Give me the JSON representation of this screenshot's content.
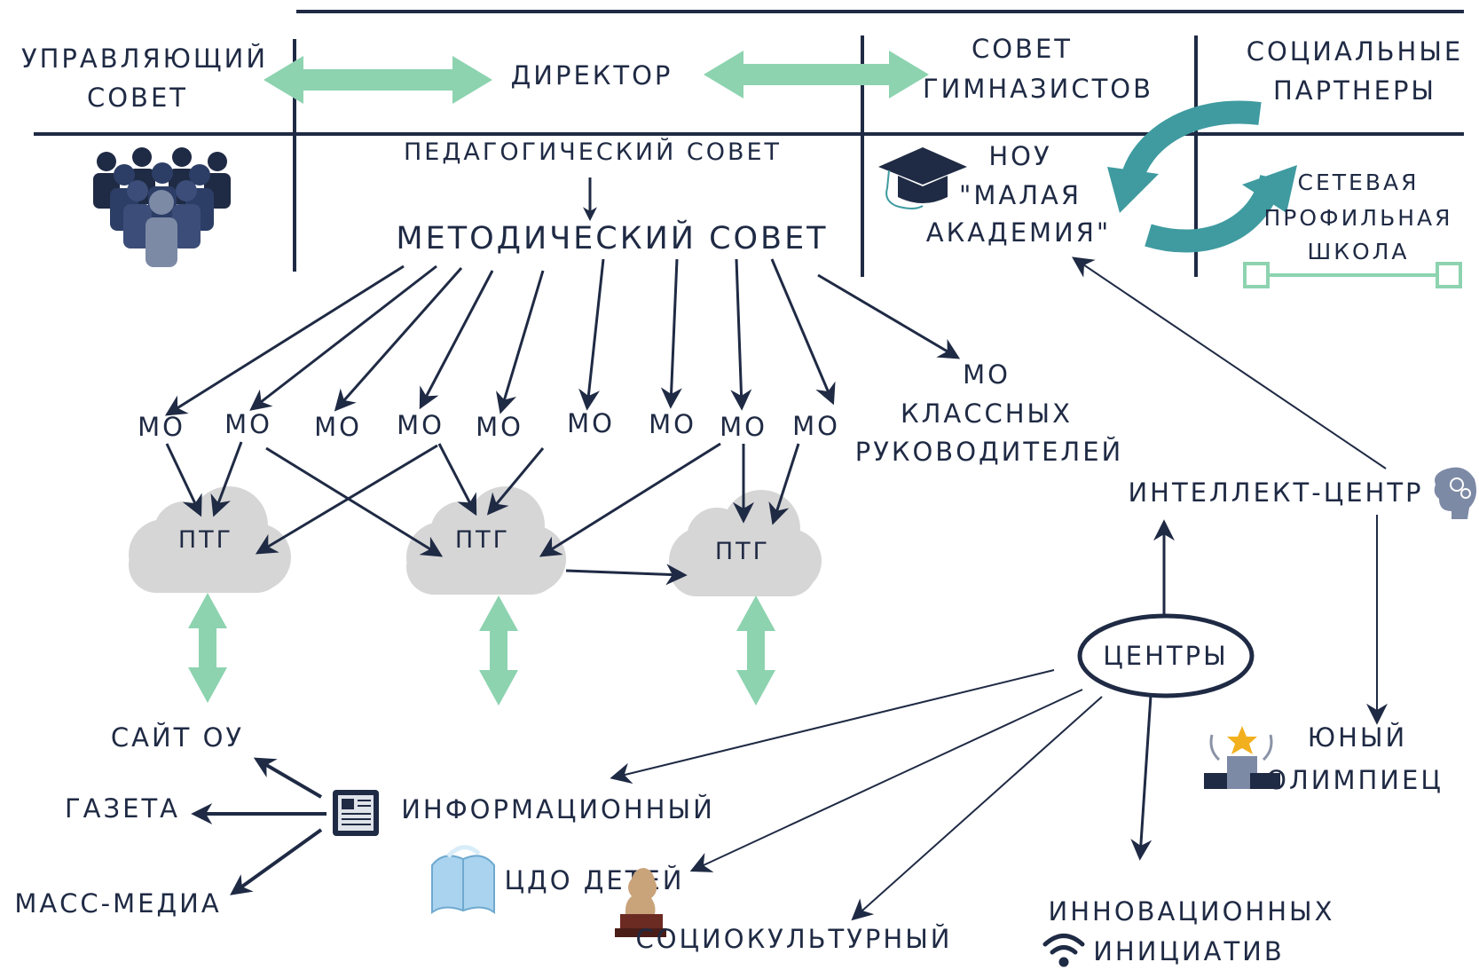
{
  "colors": {
    "navy": "#1f2a44",
    "green_arrow": "#8dd3b0",
    "teal_cycle": "#3f9ba0",
    "cloud": "#d6d6d6",
    "ptg_text": "#1f2a44"
  },
  "header": {
    "managing_council": [
      "УПРАВЛЯЮЩИЙ",
      "СОВЕТ"
    ],
    "director": "ДИРЕКТОР",
    "student_council": [
      "СОВЕТ",
      "ГИМНАЗИСТОВ"
    ],
    "social_partners": [
      "СОЦИАЛЬНЫЕ",
      "ПАРТНЕРЫ"
    ]
  },
  "councils": {
    "pedagogical": "ПЕДАГОГИЧЕСКИЙ СОВЕТ",
    "methodical": "МЕТОДИЧЕСКИЙ СОВЕТ"
  },
  "nou": [
    "НОУ",
    "\"МАЛАЯ",
    "АКАДЕМИЯ\""
  ],
  "network_school": [
    "СЕТЕВАЯ",
    "ПРОФИЛЬНАЯ",
    "ШКОЛА"
  ],
  "mo_label": "МО",
  "mo_class": [
    "МО",
    "КЛАССНЫХ",
    "РУКОВОДИТЕЛЕЙ"
  ],
  "ptg_label": "ПТГ",
  "intellect_center": "ИНТЕЛЛЕКТ-ЦЕНТР",
  "centers": "ЦЕНТРЫ",
  "young_olympian": [
    "ЮНЫЙ",
    "ОЛИМПИЕЦ"
  ],
  "site": "САЙТ ОУ",
  "newspaper": "ГАЗЕТА",
  "mass_media": "МАСС-МЕДИА",
  "informational": "ИНФОРМАЦИОННЫЙ",
  "cdo_children": "ЦДО ДЕТЕЙ",
  "sociocultural": "СОЦИОКУЛЬТУРНЫЙ",
  "innovative": [
    "ИННОВАЦИОННЫХ",
    "ИНИЦИАТИВ"
  ],
  "icons": [
    "people-group-icon",
    "graduation-cap-icon",
    "cycle-arrows-icon",
    "brain-gears-icon",
    "podium-icon",
    "newspaper-icon",
    "book-icon",
    "statue-icon",
    "wifi-icon"
  ]
}
